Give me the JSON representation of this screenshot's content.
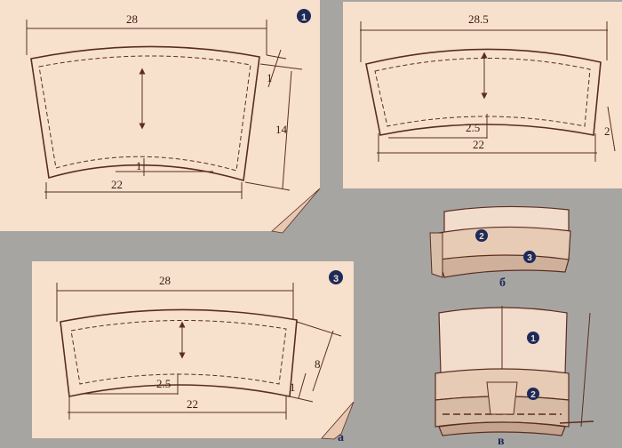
{
  "pattern1": {
    "number": "1",
    "top_width": "28",
    "bottom_width": "22",
    "height": "14",
    "seam_top": "1",
    "seam_bottom": "1"
  },
  "pattern2": {
    "top_width": "28.5",
    "bottom_width": "22",
    "height": "2",
    "inner_offset": "2.5"
  },
  "pattern3": {
    "number": "3",
    "top_width": "28",
    "bottom_width": "22",
    "height": "8",
    "seam": "1",
    "inner_offset": "2.5",
    "caption": "а"
  },
  "sketch_b": {
    "caption": "б",
    "markers": [
      "2",
      "3"
    ]
  },
  "sketch_v": {
    "caption": "в",
    "markers": [
      "1",
      "2"
    ]
  },
  "colors": {
    "background": "#a7a5a2",
    "paper": "#f7e1cd",
    "ink": "#5a2d22",
    "marker": "#1d2a5a"
  }
}
